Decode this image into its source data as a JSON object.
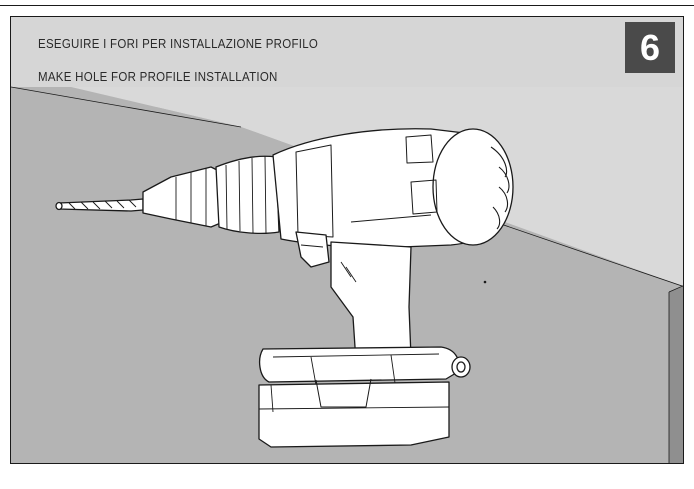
{
  "instruction": {
    "italian": "ESEGUIRE I FORI PER INSTALLAZIONE PROFILO",
    "english": "MAKE HOLE FOR PROFILE INSTALLATION"
  },
  "step": {
    "number": "6"
  },
  "illustration": {
    "subject": "drill-icon",
    "colors": {
      "wall_dark": "#b4b4b4",
      "wall_light": "#d9d9d9",
      "ceiling": "#d6d6d6",
      "corner": "#8f8f8f",
      "drill_fill": "#ffffff",
      "line": "#1a1a1a",
      "badge": "#4a4a4a"
    }
  }
}
